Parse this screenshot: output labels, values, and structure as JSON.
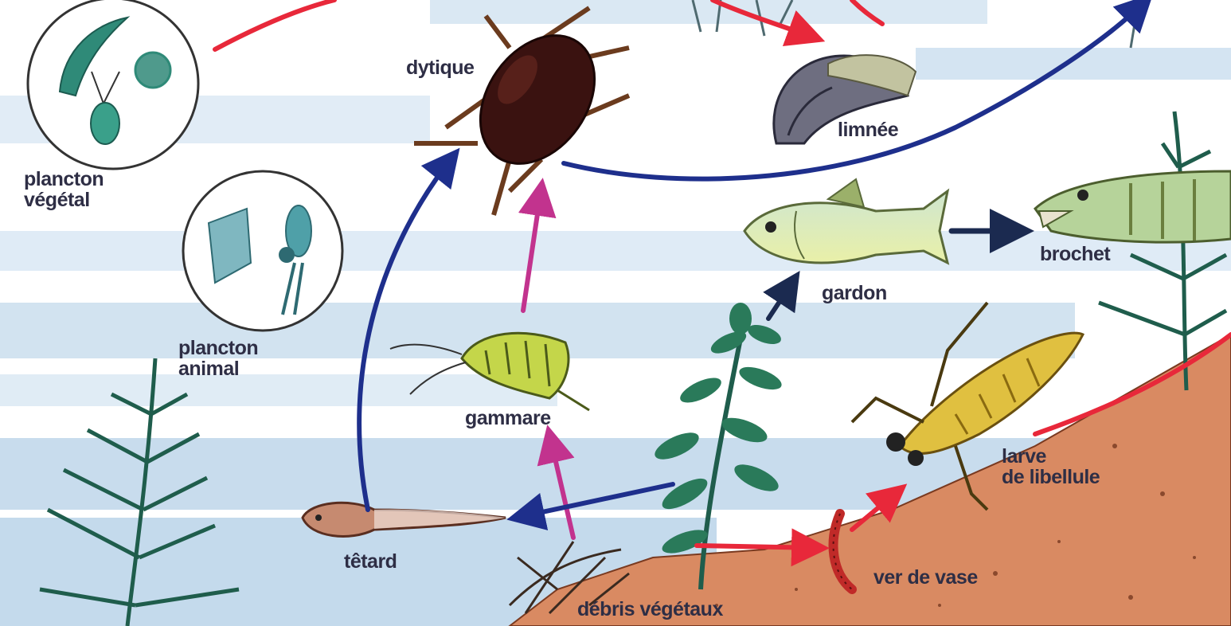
{
  "labels": {
    "plancton_vegetal": [
      "plancton",
      "végétal"
    ],
    "plancton_animal": [
      "plancton",
      "animal"
    ],
    "dytique": "dytique",
    "limnee": "limnée",
    "gardon": "gardon",
    "brochet": "brochet",
    "gammare": "gammare",
    "tetard": "têtard",
    "larve": [
      "larve",
      "de libellule"
    ],
    "ver": "ver de vase",
    "debris": "débris végétaux"
  },
  "colors": {
    "water": "#a9c9e3",
    "mud": "#d98a62",
    "arrow_red": "#e8283a",
    "arrow_blue": "#1e2f8c",
    "arrow_pink": "#c2338e",
    "arrow_navy": "#1b2a50",
    "plant": "#1f5d4c",
    "label": "#2e2e45"
  },
  "food_web": [
    {
      "from": "plancton végétal",
      "to": "limnée",
      "color": "red"
    },
    {
      "from": "dytique",
      "to": "brochet",
      "color": "blue"
    },
    {
      "from": "têtard",
      "to": "dytique",
      "color": "blue"
    },
    {
      "from": "gammare",
      "to": "dytique",
      "color": "pink"
    },
    {
      "from": "débris végétaux",
      "to": "gammare",
      "color": "pink"
    },
    {
      "from": "plantes",
      "to": "têtard",
      "color": "blue"
    },
    {
      "from": "plantes",
      "to": "gardon",
      "color": "navy"
    },
    {
      "from": "gardon",
      "to": "brochet",
      "color": "navy"
    },
    {
      "from": "plantes",
      "to": "ver de vase",
      "color": "red"
    },
    {
      "from": "ver de vase",
      "to": "larve de libellule",
      "color": "red"
    }
  ]
}
